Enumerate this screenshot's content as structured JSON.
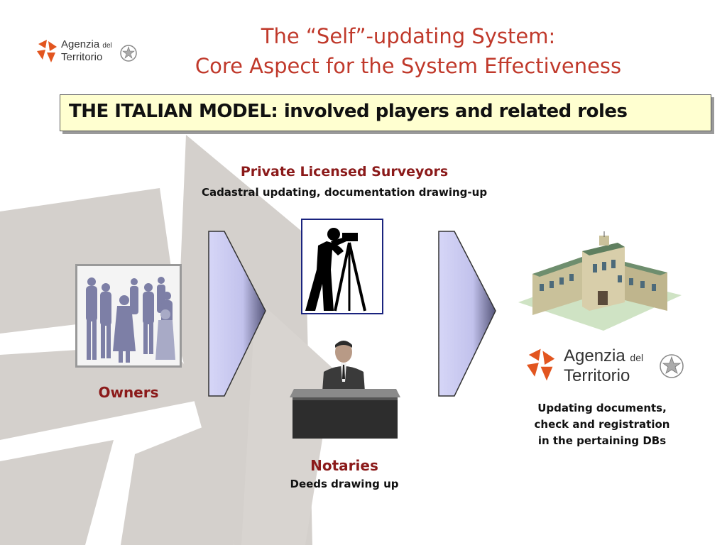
{
  "header": {
    "title_line1": "The “Self”-updating System:",
    "title_line2": "Core Aspect for the System Effectiveness",
    "logo_word1": "Agenzia",
    "logo_word_del": "del",
    "logo_word2": "Territorio"
  },
  "banner": {
    "text": "THE ITALIAN MODEL: involved players and related roles"
  },
  "players": {
    "surveyors": {
      "title": "Private Licensed Surveyors",
      "description": "Cadastral updating, documentation drawing-up"
    },
    "owners": {
      "title": "Owners"
    },
    "notaries": {
      "title": "Notaries",
      "description": "Deeds drawing up"
    },
    "agency": {
      "logo_word1": "Agenzia",
      "logo_word_del": "del",
      "logo_word2": "Territorio",
      "description_line1": "Updating documents,",
      "description_line2": "check and registration",
      "description_line3": "in the pertaining DBs"
    }
  },
  "colors": {
    "title": "#c0392b",
    "role_title": "#8b1a1a",
    "banner_bg": "#ffffd0",
    "arrow_fill": "#c8c8f0",
    "logo_orange": "#e2551f",
    "background_shape": "#d4d0cc"
  },
  "icons": {
    "logo": "agenzia-logo-icon",
    "emblem": "italian-republic-emblem-icon",
    "owners": "people-group-icon",
    "surveyor": "surveyor-with-tripod-icon",
    "notary": "notary-at-desk-icon",
    "building": "agency-building-icon",
    "arrow": "flow-arrow-icon"
  }
}
